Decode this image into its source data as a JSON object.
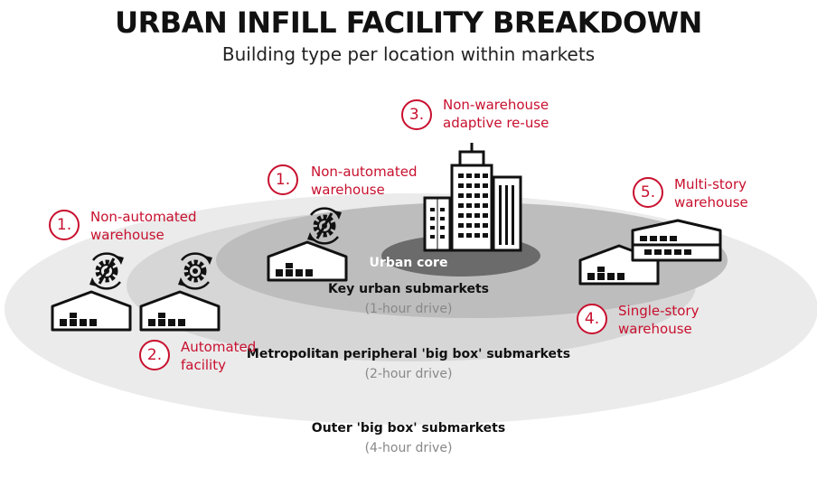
{
  "title": "URBAN INFILL FACILITY BREAKDOWN",
  "subtitle": "Building type per location within markets",
  "zones": {
    "core": {
      "label": "Urban core"
    },
    "key": {
      "label": "Key urban submarkets",
      "sub": "(1-hour drive)"
    },
    "metro": {
      "label": "Metropolitan peripheral 'big box' submarkets",
      "sub": "(2-hour drive)"
    },
    "outer": {
      "label": "Outer 'big box' submarkets",
      "sub": "(4-hour drive)"
    }
  },
  "callouts": [
    {
      "num": "1.",
      "line1": "Non-automated",
      "line2": "warehouse"
    },
    {
      "num": "2.",
      "line1": "Automated",
      "line2": "facility"
    },
    {
      "num": "1.",
      "line1": "Non-automated",
      "line2": "warehouse"
    },
    {
      "num": "3.",
      "line1": "Non-warehouse",
      "line2": "adaptive re-use"
    },
    {
      "num": "5.",
      "line1": "Multi-story",
      "line2": "warehouse"
    },
    {
      "num": "4.",
      "line1": "Single-story",
      "line2": "warehouse"
    }
  ],
  "icons": [
    "non-automated-gear-icon",
    "automated-gear-icon",
    "warehouse-icon",
    "office-towers-icon",
    "multi-story-warehouse-icon"
  ],
  "colors": {
    "accent": "#c8102e",
    "outer_zone": "#ebebeb",
    "metro_zone": "#d6d6d6",
    "key_zone": "#bdbdbd",
    "core_zone": "#6b6b6b"
  }
}
